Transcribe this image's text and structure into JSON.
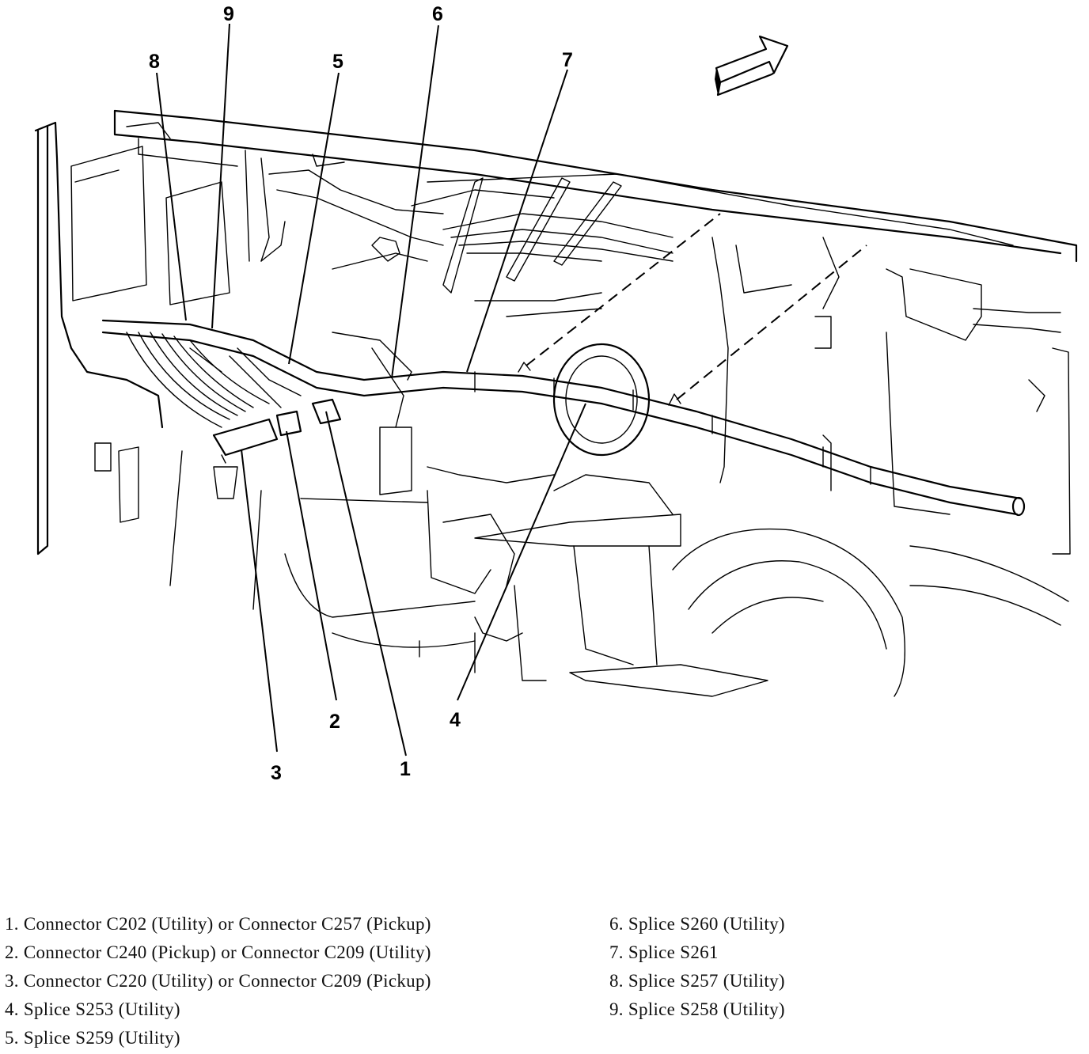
{
  "callouts": {
    "n1": "1",
    "n2": "2",
    "n3": "3",
    "n4": "4",
    "n5": "5",
    "n6": "6",
    "n7": "7",
    "n8": "8",
    "n9": "9"
  },
  "legend": {
    "left": [
      "1. Connector C202 (Utility) or Connector C257 (Pickup)",
      "2. Connector C240 (Pickup) or Connector C209 (Utility)",
      "3. Connector C220 (Utility) or Connector C209 (Pickup)",
      "4. Splice S253 (Utility)",
      "5. Splice S259 (Utility)"
    ],
    "right": [
      "6. Splice S260 (Utility)",
      "7. Splice S261",
      "8. Splice S257 (Utility)",
      "9. Splice S258 (Utility)"
    ]
  }
}
